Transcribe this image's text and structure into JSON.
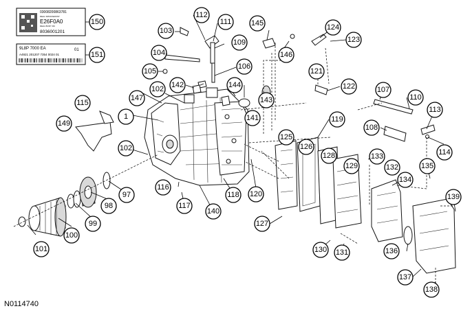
{
  "figure": {
    "id": "N0114740"
  },
  "label_150": {
    "serial": "03008200863781",
    "small_text_1": "DEAL SPRAYEROST",
    "code": "E26F0A0",
    "small_text_2": "DEAL BODY RC",
    "part_no": "8036001201"
  },
  "label_151": {
    "line1": "9L8P 7000 EA",
    "suffix": "01",
    "line2": "A4921 201207 7354 0024 01"
  },
  "callouts": {
    "c1": "1",
    "c97": "97",
    "c98": "98",
    "c99": "99",
    "c100": "100",
    "c101": "101",
    "c102a": "102",
    "c102b": "102",
    "c103": "103",
    "c104": "104",
    "c105": "105",
    "c106": "106",
    "c107": "107",
    "c108": "108",
    "c109": "109",
    "c110": "110",
    "c111": "111",
    "c112": "112",
    "c113": "113",
    "c114": "114",
    "c115": "115",
    "c116": "116",
    "c117": "117",
    "c118": "118",
    "c119": "119",
    "c120": "120",
    "c121": "121",
    "c122": "122",
    "c123": "123",
    "c124": "124",
    "c125": "125",
    "c126": "126",
    "c127": "127",
    "c128": "128",
    "c129": "129",
    "c130": "130",
    "c131": "131",
    "c132": "132",
    "c133": "133",
    "c134": "134",
    "c135": "135",
    "c136": "136",
    "c137": "137",
    "c138": "138",
    "c139": "139",
    "c140": "140",
    "c141": "141",
    "c142": "142",
    "c143": "143",
    "c144": "144",
    "c145": "145",
    "c146": "146",
    "c147": "147",
    "c149": "149",
    "c150": "150",
    "c151": "151"
  }
}
